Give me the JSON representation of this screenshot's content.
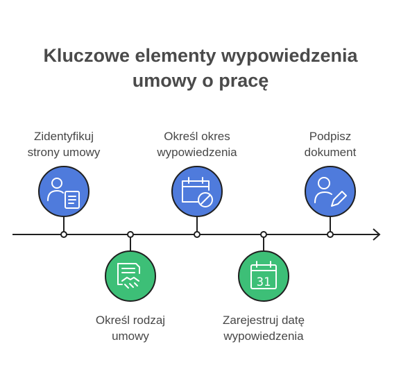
{
  "title": {
    "line1": "Kluczowe elementy  wypowiedzenia",
    "line2": "umowy o pracę"
  },
  "colors": {
    "blue": "#4f7bdc",
    "green": "#3dbf77",
    "line": "#1f1f1f",
    "text": "#474747"
  },
  "steps": [
    {
      "line1": "Zidentyfikuj",
      "line2": "strony umowy",
      "icon": "person-document-icon",
      "color": "blue",
      "position": "above"
    },
    {
      "line1": "Określ rodzaj",
      "line2": "umowy",
      "icon": "contract-handshake-icon",
      "color": "green",
      "position": "below"
    },
    {
      "line1": "Określ okres",
      "line2": "wypowiedzenia",
      "icon": "calendar-cancel-icon",
      "color": "blue",
      "position": "above"
    },
    {
      "line1": "Zarejestruj datę",
      "line2": "wypowiedzenia",
      "icon": "calendar-31-icon",
      "color": "green",
      "position": "below"
    },
    {
      "line1": "Podpisz",
      "line2": "dokument",
      "icon": "person-sign-icon",
      "color": "blue",
      "position": "above"
    }
  ],
  "calendar_day": "31"
}
